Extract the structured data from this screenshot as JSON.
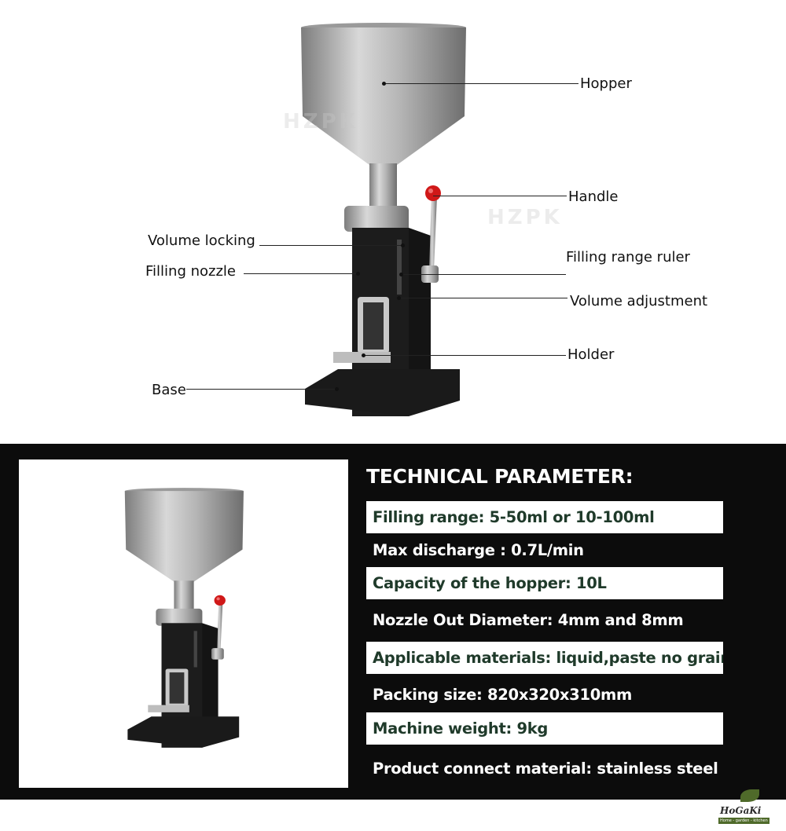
{
  "watermark": "HZPK",
  "labels": {
    "hopper": "Hopper",
    "handle": "Handle",
    "volume_locking": "Volume locking",
    "filling_nozzle": "Filling nozzle",
    "filling_range_ruler": "Filling range ruler",
    "volume_adjustment": "Volume adjustment",
    "holder": "Holder",
    "base": "Base"
  },
  "spec": {
    "title": "TECHNICAL PARAMETER:",
    "rows": [
      "Filling range: 5-50ml or 10-100ml",
      "Max discharge : 0.7L/min",
      "Capacity of the hopper: 10L",
      "Nozzle Out Diameter: 4mm and 8mm",
      "Applicable materials: liquid,paste no grain",
      "Packing size: 820x320x310mm",
      "Machine weight: 9kg",
      "Product connect material: stainless steel"
    ]
  },
  "logo": {
    "name": "HoGaKi",
    "tagline": "Home - garden - kitchen"
  },
  "colors": {
    "band": "#0c0c0c",
    "spec_text_green": "#1f3a2a",
    "knob_red": "#d01818"
  }
}
